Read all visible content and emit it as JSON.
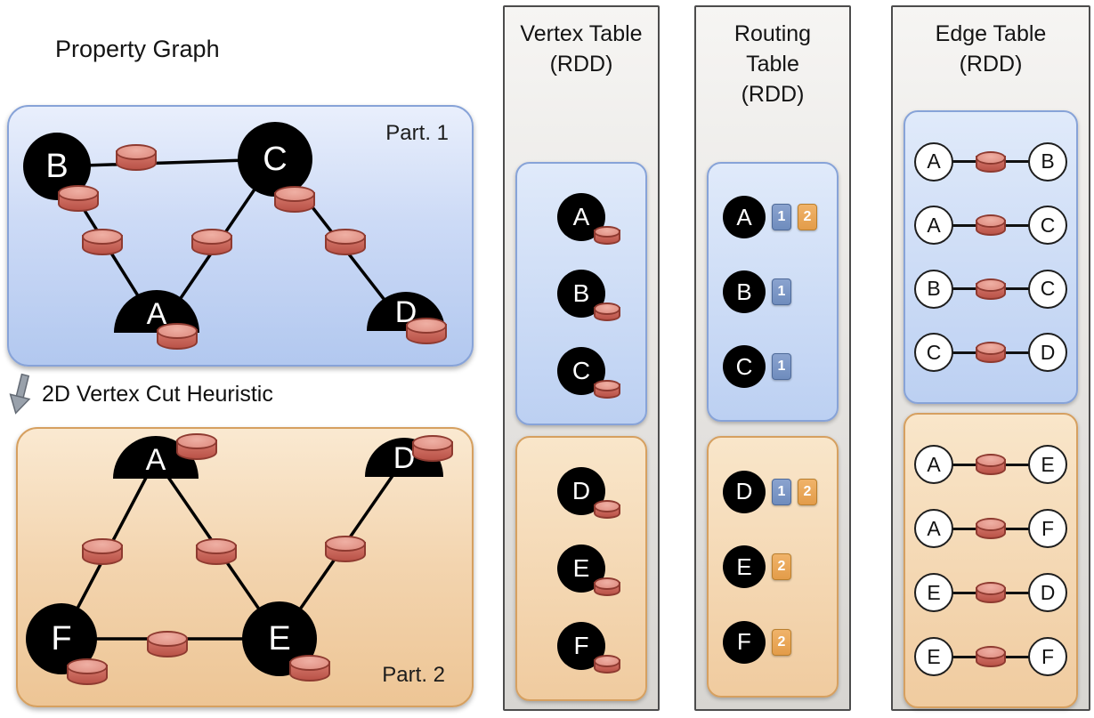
{
  "colors": {
    "partition1_fill": "#c7d7f4",
    "partition1_border": "#87a3d8",
    "partition2_fill": "#f3d4ae",
    "partition2_border": "#d6a060",
    "cylinder_fill": "#d0685e",
    "cylinder_border": "#8e3a30",
    "badge_partition1": "#7e97c7",
    "badge_partition2": "#eaa75c",
    "column_fill": "#e6e4e1",
    "vertex_fill": "#000000"
  },
  "property_graph": {
    "title": "Property Graph",
    "cut_label": "2D Vertex Cut Heuristic",
    "part1": {
      "label": "Part. 1",
      "vertices": [
        "B",
        "C",
        "A",
        "D"
      ],
      "edges": [
        [
          "B",
          "C"
        ],
        [
          "B",
          "A"
        ],
        [
          "C",
          "A"
        ],
        [
          "C",
          "D"
        ]
      ]
    },
    "part2": {
      "label": "Part. 2",
      "vertices": [
        "A",
        "D",
        "F",
        "E"
      ],
      "edges": [
        [
          "A",
          "F"
        ],
        [
          "A",
          "E"
        ],
        [
          "F",
          "E"
        ],
        [
          "E",
          "D"
        ]
      ]
    }
  },
  "vertex_table": {
    "title": [
      "Vertex Table",
      "(RDD)"
    ],
    "part1_vertices": [
      "A",
      "B",
      "C"
    ],
    "part2_vertices": [
      "D",
      "E",
      "F"
    ]
  },
  "routing_table": {
    "title": [
      "Routing",
      "Table",
      "(RDD)"
    ],
    "part1_rows": [
      {
        "vertex": "A",
        "partitions": [
          "1",
          "2"
        ]
      },
      {
        "vertex": "B",
        "partitions": [
          "1"
        ]
      },
      {
        "vertex": "C",
        "partitions": [
          "1"
        ]
      }
    ],
    "part2_rows": [
      {
        "vertex": "D",
        "partitions": [
          "1",
          "2"
        ]
      },
      {
        "vertex": "E",
        "partitions": [
          "2"
        ]
      },
      {
        "vertex": "F",
        "partitions": [
          "2"
        ]
      }
    ]
  },
  "edge_table": {
    "title": [
      "Edge Table",
      "(RDD)"
    ],
    "part1_edges": [
      {
        "from": "A",
        "to": "B"
      },
      {
        "from": "A",
        "to": "C"
      },
      {
        "from": "B",
        "to": "C"
      },
      {
        "from": "C",
        "to": "D"
      }
    ],
    "part2_edges": [
      {
        "from": "A",
        "to": "E"
      },
      {
        "from": "A",
        "to": "F"
      },
      {
        "from": "E",
        "to": "D"
      },
      {
        "from": "E",
        "to": "F"
      }
    ]
  }
}
